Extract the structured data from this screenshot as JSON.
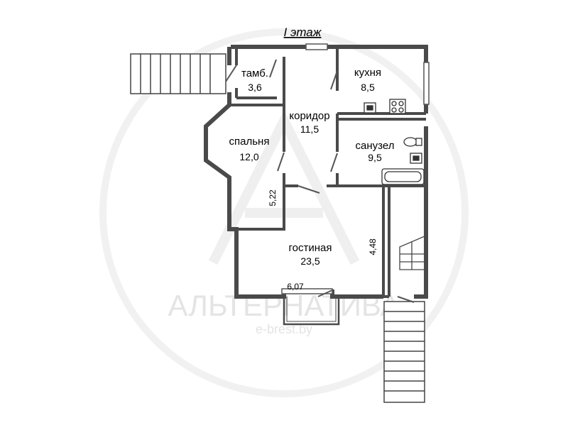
{
  "title": "I этаж",
  "rooms": [
    {
      "id": "tambur",
      "name": "тамб.",
      "area": "3,6"
    },
    {
      "id": "kitchen",
      "name": "кухня",
      "area": "8,5"
    },
    {
      "id": "corridor",
      "name": "коридор",
      "area": "11,5"
    },
    {
      "id": "bedroom",
      "name": "спальня",
      "area": "12,0"
    },
    {
      "id": "bathroom",
      "name": "санузел",
      "area": "9,5"
    },
    {
      "id": "living",
      "name": "гостиная",
      "area": "23,5"
    }
  ],
  "dimensions": [
    "5,22",
    "4,48",
    "6,07"
  ],
  "watermark": {
    "brand": "АЛЬТЕРНАТИВА",
    "site": "e-brest.by"
  }
}
